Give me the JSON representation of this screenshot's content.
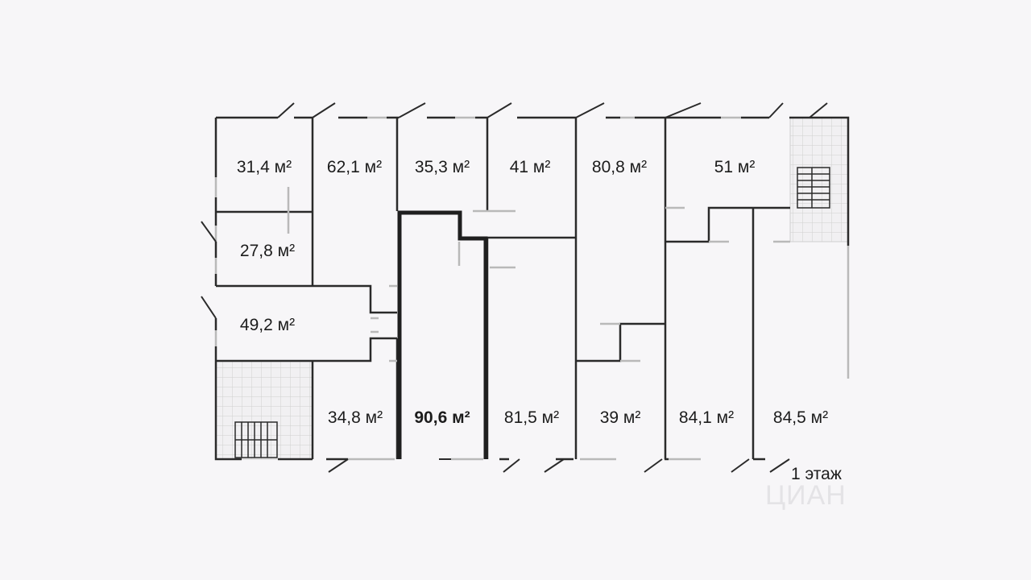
{
  "floor_label": "1 этаж",
  "watermark": "ЦИАН",
  "selected_unit": "90,6 м²",
  "units": [
    {
      "id": "u1",
      "area": "31,4 м²"
    },
    {
      "id": "u2",
      "area": "62,1 м²"
    },
    {
      "id": "u3",
      "area": "35,3 м²"
    },
    {
      "id": "u4",
      "area": "41 м²"
    },
    {
      "id": "u5",
      "area": "80,8 м²"
    },
    {
      "id": "u6",
      "area": "51 м²"
    },
    {
      "id": "u7",
      "area": "27,8 м²"
    },
    {
      "id": "u8",
      "area": "49,2 м²"
    },
    {
      "id": "u9",
      "area": "34,8 м²"
    },
    {
      "id": "u10",
      "area": "90,6 м²"
    },
    {
      "id": "u11",
      "area": "81,5 м²"
    },
    {
      "id": "u12",
      "area": "39 м²"
    },
    {
      "id": "u13",
      "area": "84,1 м²"
    },
    {
      "id": "u14",
      "area": "84,5 м²"
    }
  ],
  "colors": {
    "walls": "#2a2a2a",
    "windows": "#b9b9b9",
    "background": "#f7f6f8"
  }
}
